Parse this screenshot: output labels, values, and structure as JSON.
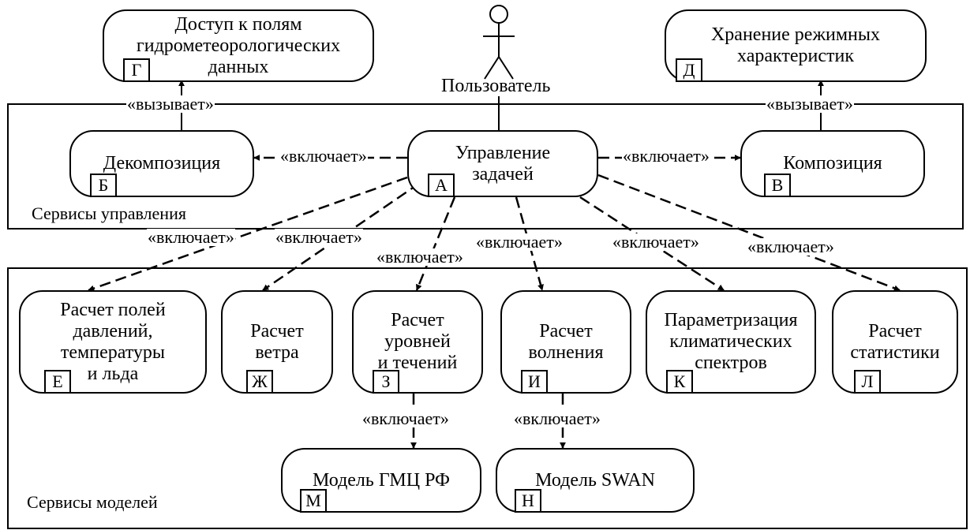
{
  "actor": {
    "name": "Пользователь"
  },
  "groups": {
    "control": "Сервисы управления",
    "models": "Сервисы моделей"
  },
  "nodes": {
    "G": {
      "label": "Доступ к полям\nгидрометеорологических\nданных",
      "tag": "Г"
    },
    "D": {
      "label": "Хранение режимных\nхарактеристик",
      "tag": "Д"
    },
    "B": {
      "label": "Декомпозиция",
      "tag": "Б"
    },
    "A": {
      "label": "Управление\nзадачей",
      "tag": "А"
    },
    "V": {
      "label": "Композиция",
      "tag": "В"
    },
    "E": {
      "label": "Расчет полей\nдавлений,\nтемпературы\nи льда",
      "tag": "Е"
    },
    "ZH": {
      "label": "Расчет\nветра",
      "tag": "Ж"
    },
    "Z": {
      "label": "Расчет\nуровней\nи течений",
      "tag": "З"
    },
    "I": {
      "label": "Расчет\nволнения",
      "tag": "И"
    },
    "K": {
      "label": "Параметризация\nклиматических\nспектров",
      "tag": "К"
    },
    "L": {
      "label": "Расчет\nстатистики",
      "tag": "Л"
    },
    "M": {
      "label": "Модель ГМЦ РФ",
      "tag": "М"
    },
    "N": {
      "label": "Модель SWAN",
      "tag": "Н"
    }
  },
  "edges": {
    "calls_g": "«вызывает»",
    "calls_d": "«вызывает»",
    "inc_b": "«включает»",
    "inc_v": "«включает»",
    "inc_e": "«включает»",
    "inc_zh": "«включает»",
    "inc_z": "«включает»",
    "inc_i": "«включает»",
    "inc_k": "«включает»",
    "inc_l": "«включает»",
    "inc_m": "«включает»",
    "inc_n": "«включает»"
  }
}
